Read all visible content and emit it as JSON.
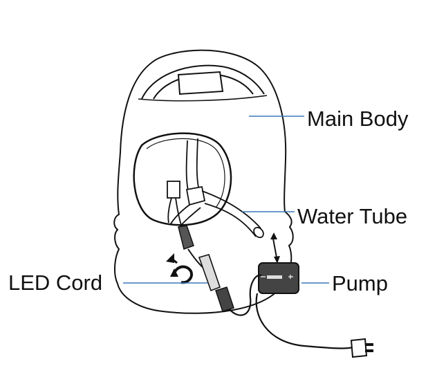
{
  "labels": {
    "main_body": "Main Body",
    "water_tube": "Water Tube",
    "led_cord": "LED Cord",
    "pump": "Pump"
  },
  "colors": {
    "leader_line": "#3a78b8",
    "outline": "#111111",
    "pump_fill": "#444444",
    "connector_fill": "#333333"
  },
  "icons": {
    "twist_arrow": "rotate-arrow-icon",
    "push_arrow": "double-arrow-icon",
    "plug": "power-plug-icon"
  }
}
